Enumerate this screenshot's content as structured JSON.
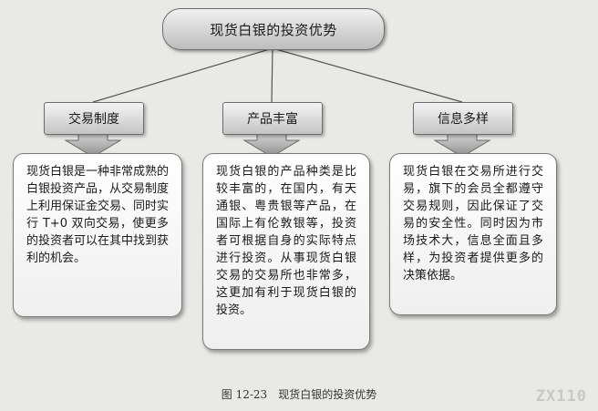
{
  "diagram": {
    "root": "现货白银的投资优势",
    "branches": [
      {
        "label": "交易制度",
        "text": "现货白银是一种非常成熟的白银投资产品，从交易制度上利用保证金交易、同时实行 T+0 双向交易，使更多的投资者可以在其中找到获利的机会。"
      },
      {
        "label": "产品丰富",
        "text": "现货白银的产品种类是比较丰富的，在国内，有天通银、粤贵银等产品，在国际上有伦敦银等，投资者可根据自身的实际特点进行投资。从事现货白银交易的交易所也非常多，这更加有利于现货白银的投资。"
      },
      {
        "label": "信息多样",
        "text": "现货白银在交易所进行交易，旗下的会员全都遵守交易规则，因此保证了交易的安全性。同时因为市场技术大，信息全面且多样，为投资者提供更多的决策依据。"
      }
    ]
  },
  "caption": "图 12-23　现货白银的投资优势",
  "watermark": "ZX110"
}
